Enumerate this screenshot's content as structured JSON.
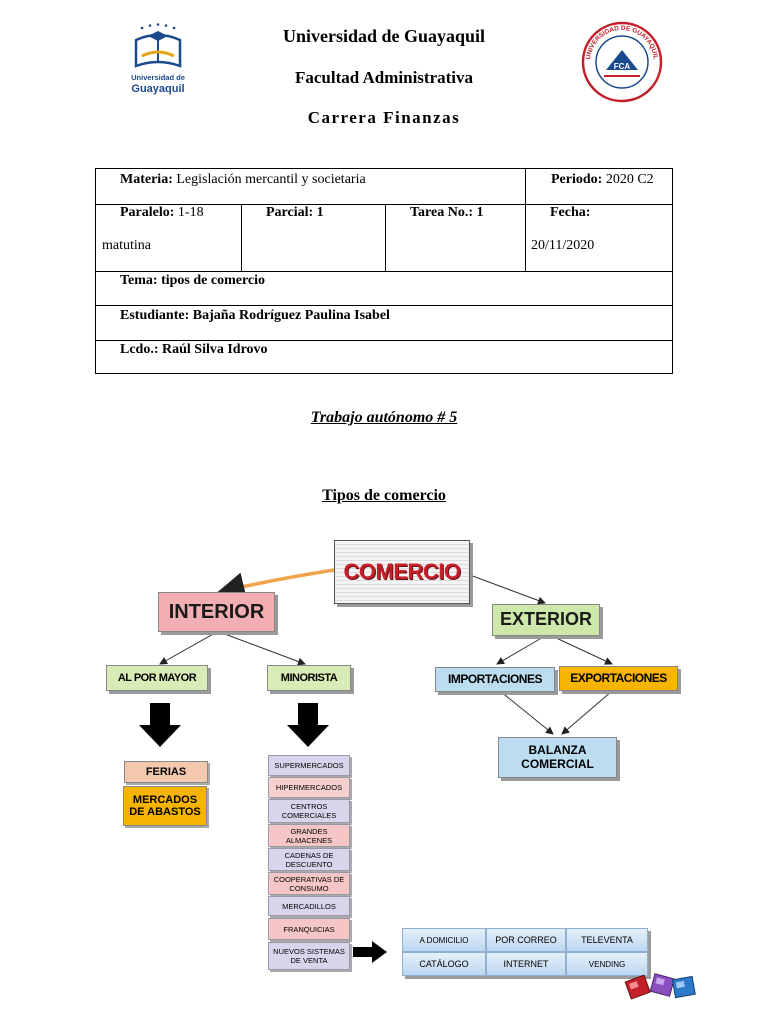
{
  "header": {
    "university": "Universidad de Guayaquil",
    "faculty": "Facultad Administrativa",
    "career": "Carrera Finanzas",
    "logo_left_text": [
      "Universidad de",
      "Guayaquil"
    ],
    "logo_right_text": [
      "UNIVERSIDAD DE GUAYAQUIL",
      "FCA"
    ]
  },
  "info": {
    "materia_label": "Materia:",
    "materia_value": "Legislación mercantil y societaria",
    "periodo_label": "Periodo:",
    "periodo_value": "2020 C2",
    "paralelo_label": "Paralelo:",
    "paralelo_value": "1-18",
    "paralelo_extra": "matutina",
    "parcial_label": "Parcial: 1",
    "tarea_label": "Tarea No.: 1",
    "fecha_label": "Fecha:",
    "fecha_value": "20/11/2020",
    "tema": "Tema: tipos de comercio",
    "estudiante": "Estudiante: Bajaña Rodríguez Paulina Isabel",
    "lcdo": "Lcdo.: Raúl Silva Idrovo"
  },
  "headings": {
    "trabajo": "Trabajo autónomo # 5",
    "tipos": "Tipos de comercio"
  },
  "diagram": {
    "root": "COMERCIO",
    "interior": "INTERIOR",
    "exterior": "EXTERIOR",
    "al_por_mayor": "AL POR MAYOR",
    "minorista": "MINORISTA",
    "importaciones": "IMPORTACIONES",
    "exportaciones": "EXPORTACIONES",
    "balanza": [
      "BALANZA",
      "COMERCIAL"
    ],
    "ferias": "FERIAS",
    "mercados": [
      "MERCADOS",
      "DE ABASTOS"
    ],
    "minorista_items": [
      "SUPERMERCADOS",
      "HIPERMERCADOS",
      "CENTROS COMERCIALES",
      "GRANDES ALMACENES",
      "CADENAS DE DESCUENTO",
      "COOPERATIVAS DE CONSUMO",
      "MERCADILLOS",
      "FRANQUICIAS",
      "NUEVOS SISTEMAS DE VENTA"
    ],
    "ventas_table": [
      [
        "A DOMICILIO",
        "POR CORREO",
        "TELEVENTA"
      ],
      [
        "CATÁLOGO",
        "INTERNET",
        "VENDING"
      ]
    ],
    "colors": {
      "root_text": "#c4202a",
      "interior_bg": "#f2aeb2",
      "exterior_bg": "#cde9a9",
      "light_green": "#d9ecb7",
      "light_blue": "#bcdcf0",
      "yellow": "#f7b500",
      "ferias_bg": "#f3c8ad",
      "mercados_bg": "#f6b400"
    }
  }
}
